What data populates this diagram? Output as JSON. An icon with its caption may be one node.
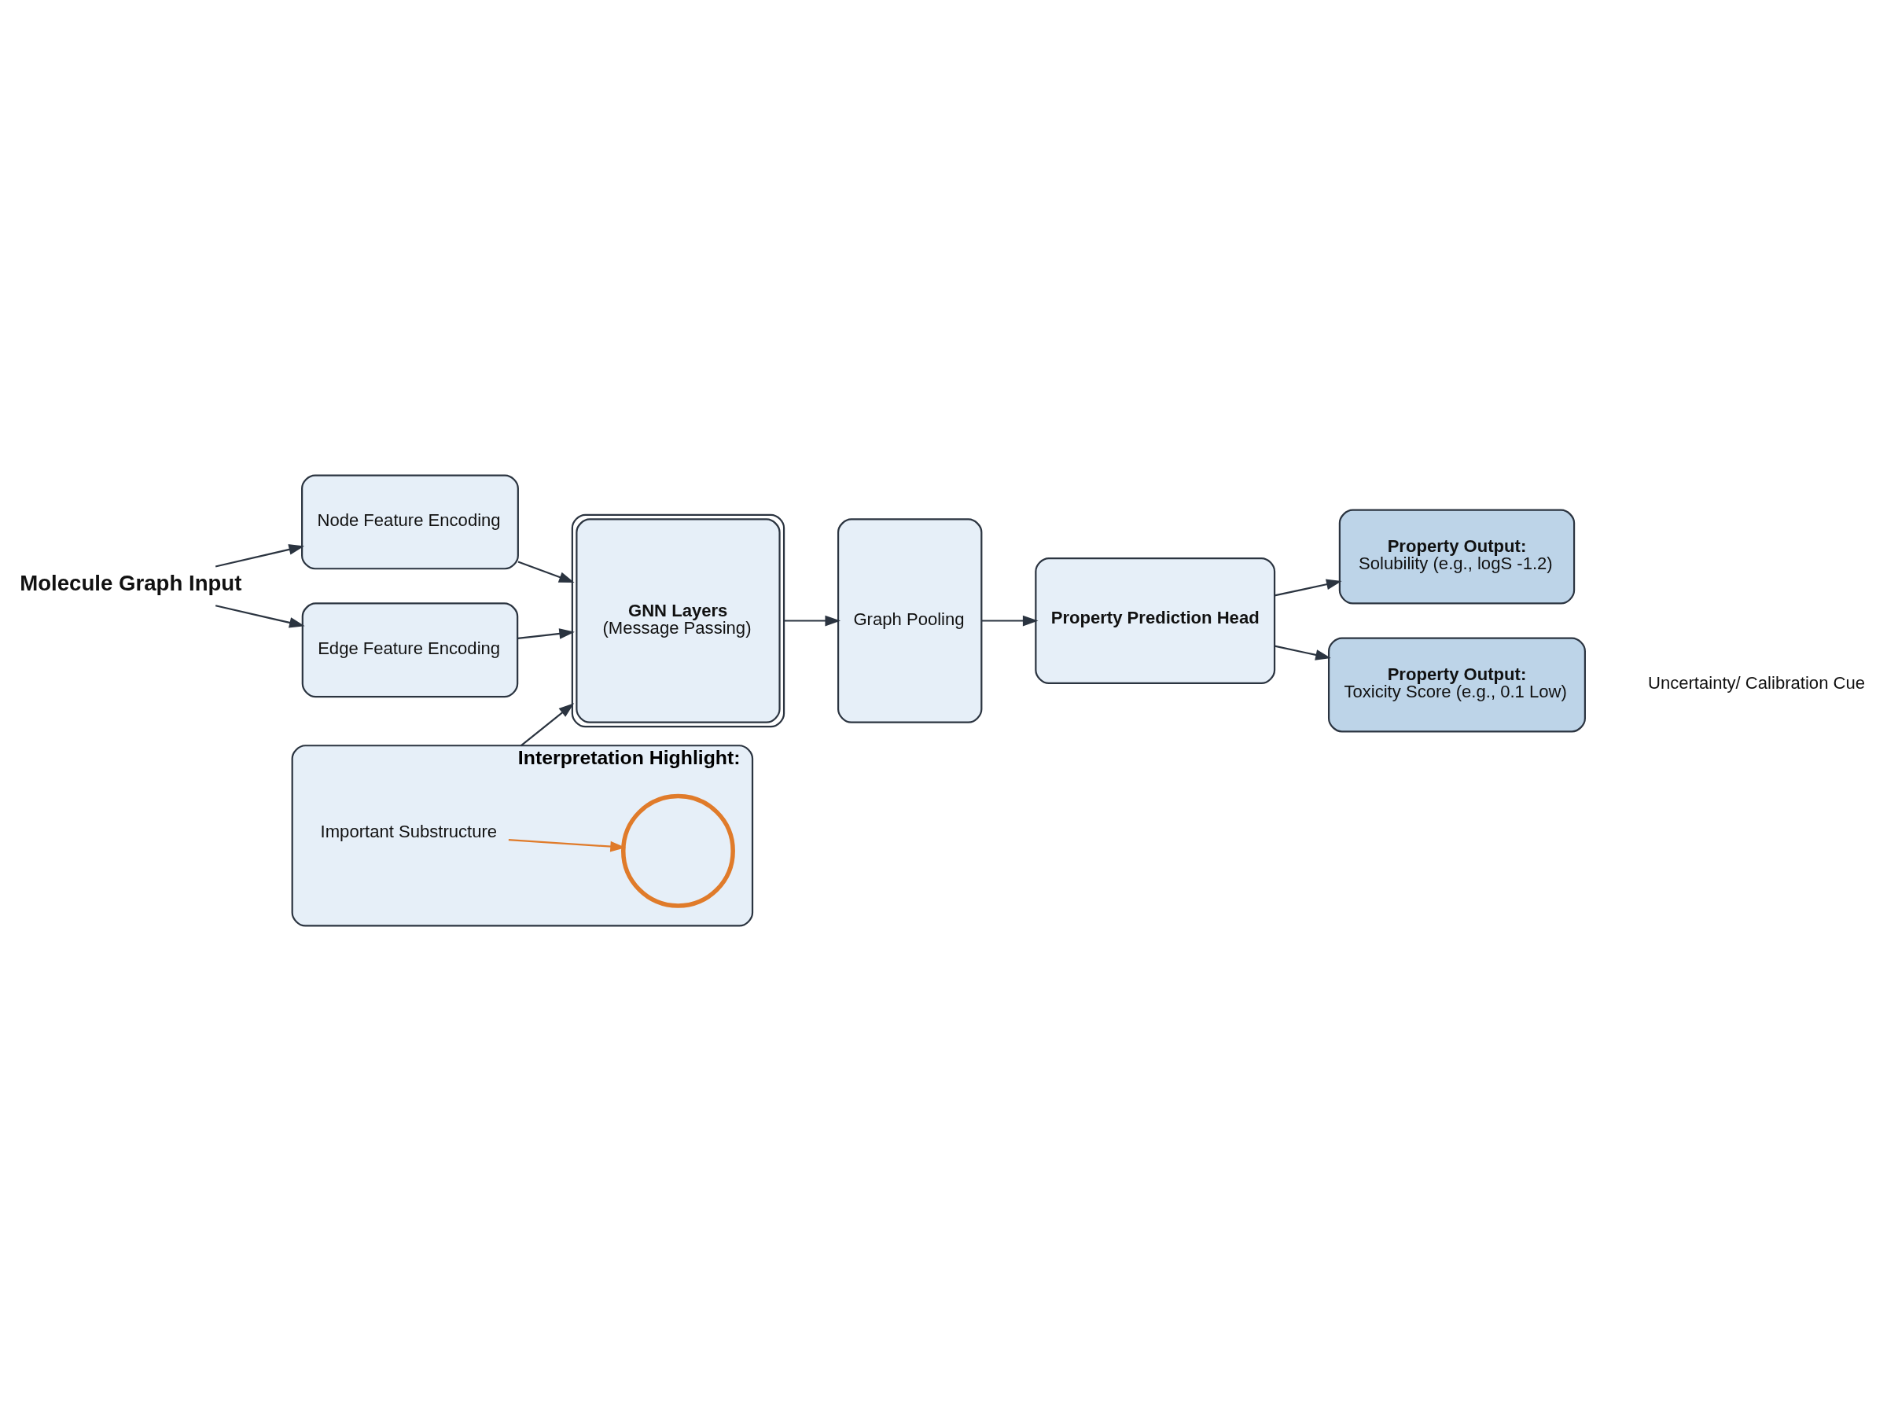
{
  "diagram": {
    "nodes": [
      {
        "text": [
          "Molecule Graph Input"
        ]
      },
      {
        "text": [
          "Node Feature Encoding"
        ]
      },
      {
        "text": [
          "Edge Feature Encoding"
        ]
      },
      {
        "text": [
          "GNN Layers",
          "(Message Passing)"
        ]
      },
      {
        "text": [
          "Graph Pooling"
        ]
      },
      {
        "text": [
          "Property Prediction Head"
        ]
      },
      {
        "text": [
          "Property Output:",
          "Solubility (e.g., logS -1.2)"
        ]
      },
      {
        "text": [
          "Property Output:",
          "Toxicity Score (e.g., 0.1 Low)"
        ]
      },
      {
        "text": [
          "Uncertainty/ Calibration Cue"
        ]
      },
      {
        "text": [
          "Interpretation Highlight:"
        ]
      },
      {
        "text": [
          "Important Substructure"
        ],
        "in": 9
      },
      {
        "text": [],
        "shape": "circle",
        "in": 9
      }
    ],
    "edges": [
      {
        "from": 0,
        "to": 1,
        "arrow": "to"
      },
      {
        "from": 0,
        "to": 2,
        "arrow": "to"
      },
      {
        "from": 1,
        "to": 3,
        "arrow": "to"
      },
      {
        "from": 2,
        "to": 3,
        "arrow": "to"
      },
      {
        "from": 3,
        "to": 4,
        "arrow": "to"
      },
      {
        "from": 4,
        "to": 5,
        "arrow": "to"
      },
      {
        "from": 5,
        "to": 6,
        "arrow": "to"
      },
      {
        "from": 5,
        "to": 7,
        "arrow": "to"
      },
      {
        "from": 9,
        "to": 3,
        "arrow": "to"
      },
      {
        "from": 10,
        "to": 11,
        "arrow": "to",
        "color": "#e07b2a"
      }
    ]
  }
}
